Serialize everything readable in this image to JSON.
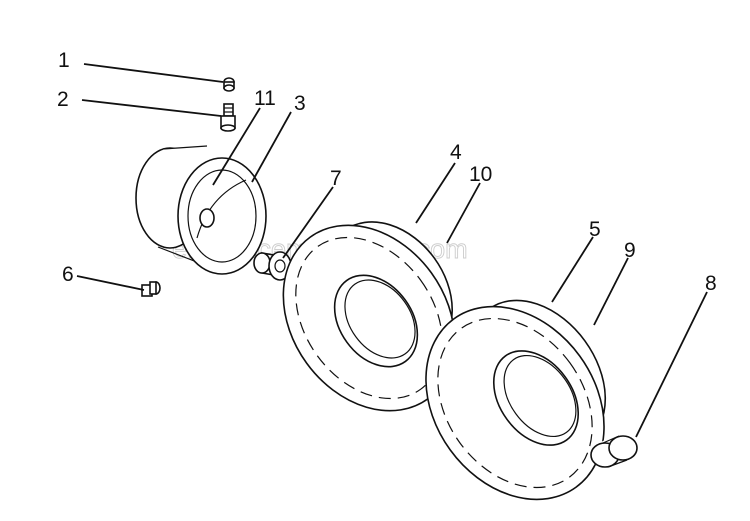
{
  "watermark": "eReplacementParts.com",
  "callouts": [
    "1",
    "2",
    "11",
    "3",
    "7",
    "4",
    "10",
    "5",
    "9",
    "8",
    "6"
  ],
  "colors": {
    "line": "#111111",
    "background": "#ffffff",
    "watermark": "#c8c8c8"
  }
}
